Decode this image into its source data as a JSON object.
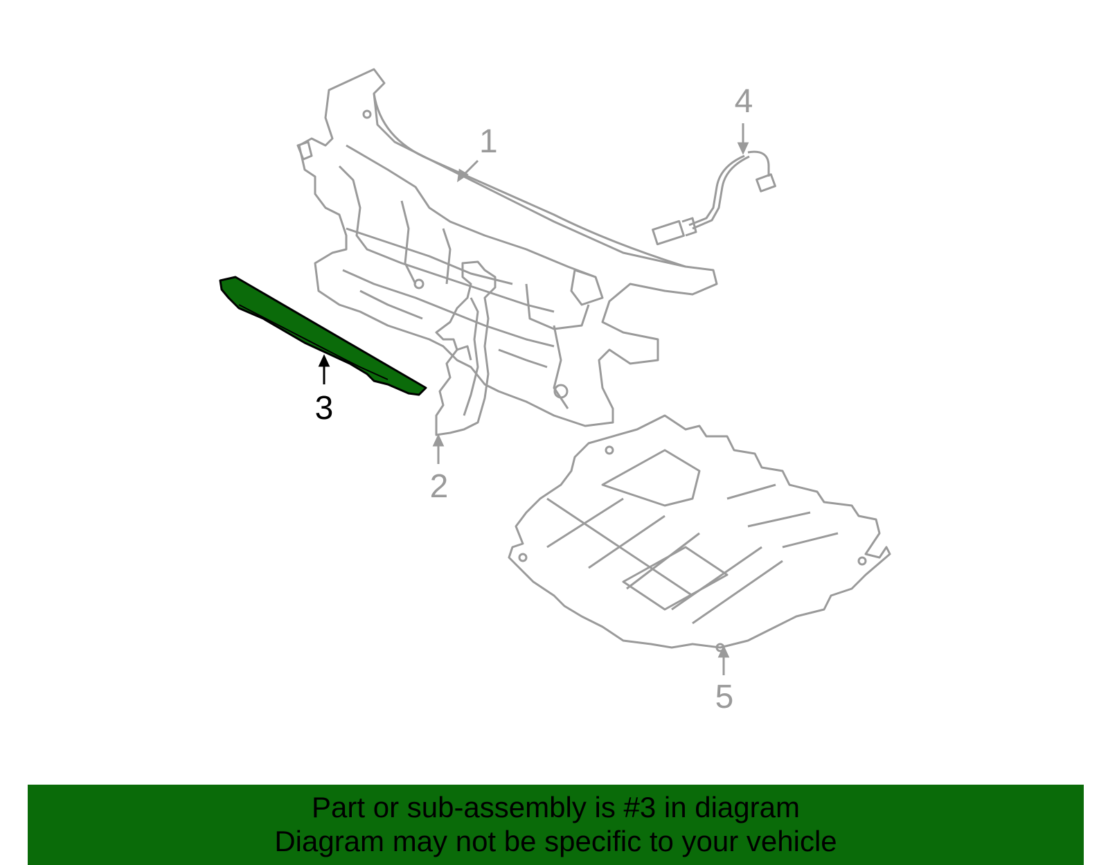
{
  "diagram": {
    "callouts": [
      {
        "label": "1"
      },
      {
        "label": "2"
      },
      {
        "label": "3",
        "highlighted": true
      },
      {
        "label": "4"
      },
      {
        "label": "5"
      }
    ],
    "colors": {
      "line": "#9a9a9a",
      "highlight_fill": "#0b6b0a",
      "highlight_stroke": "#000000",
      "banner": "#0a6b09"
    }
  },
  "banner": {
    "line1": "Part or sub-assembly is #3 in diagram",
    "line2": "Diagram may not be specific to your vehicle"
  }
}
